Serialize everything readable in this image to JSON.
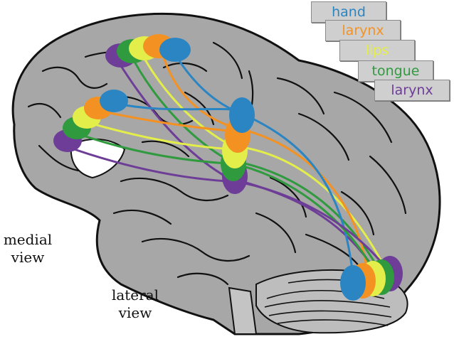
{
  "legend": [
    {
      "label": "hand",
      "color": "#2b85c2"
    },
    {
      "label": "larynx",
      "color": "#f39223"
    },
    {
      "label": "lips",
      "color": "#e4ee4a"
    },
    {
      "label": "tongue",
      "color": "#2f9a3e"
    },
    {
      "label": "larynx",
      "color": "#6d3d97"
    }
  ],
  "labels": {
    "medial_view": "medial\nview",
    "lateral_view": "lateral\nview"
  },
  "colors": {
    "brain_fill": "#a7a7a7",
    "brain_outline": "#111111",
    "gyrus_lines": "#111111",
    "hand": "#2b85c2",
    "larynx_lateral": "#f39223",
    "lips": "#e4ee4a",
    "tongue": "#2f9a3e",
    "larynx_medial": "#6d3d97"
  }
}
